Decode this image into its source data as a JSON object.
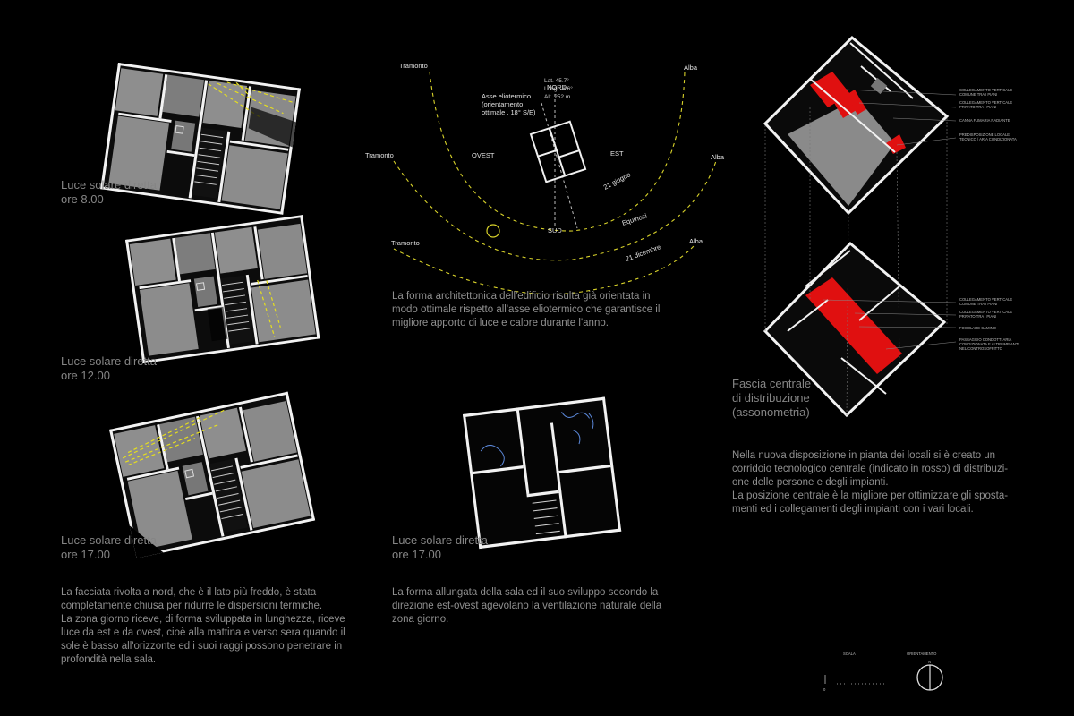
{
  "plans": {
    "caption_0800": [
      "Luce solare diretta",
      "ore 8.00"
    ],
    "caption_1200": [
      "Luce solare diretta",
      "ore 12.00"
    ],
    "caption_1700_left": [
      "Luce solare diretta",
      "ore 17.00"
    ],
    "caption_1700_center": [
      "Luce solare diretta",
      "ore 17.00"
    ]
  },
  "sun_diagram": {
    "coords": [
      "Lat. 45.7°",
      "Long. -8.6°",
      "Alt. 252 m"
    ],
    "axis_label": [
      "Asse eliotermico",
      "(orientamento",
      "ottimale , 18° S/E)"
    ],
    "north": "NORD",
    "south": "SUD",
    "west": "OVEST",
    "east": "EST",
    "tramonto": "Tramonto",
    "alba": "Alba",
    "arc_summer": "21 giugno",
    "arc_equinox": "Equinozi",
    "arc_winter": "21 dicembre"
  },
  "texts": {
    "center_top": [
      "La forma architettonica dell'edificio risulta già orientata in",
      "modo ottimale rispetto all'asse eliotermico che garantisce il",
      "migliore apporto di luce e calore durante l'anno."
    ],
    "left_bottom": [
      "La facciata rivolta a nord, che è il lato più freddo, è stata",
      "completamente chiusa per ridurre le dispersioni termiche.",
      "La zona giorno riceve, di forma sviluppata in lunghezza, riceve",
      "luce da est e da ovest, cioè alla mattina e verso sera quando il",
      "sole è basso all'orizzonte ed i suoi raggi possono penetrare in",
      "profondità nella sala."
    ],
    "center_bottom": [
      "La forma allungata della sala ed il suo sviluppo secondo la",
      "direzione est-ovest agevolano la ventilazione naturale della",
      "zona giorno."
    ],
    "right_caption": [
      "Fascia centrale",
      "di distribuzione",
      "(assonometria)"
    ],
    "right_para": [
      "Nella nuova disposizione in pianta dei locali si è creato un",
      "corridoio tecnologico centrale (indicato in rosso) di distribuzi-",
      "one delle persone e degli impianti.",
      "La posizione centrale è la migliore per ottimizzare gli sposta-",
      "menti ed i collegamenti degli impianti con i vari locali."
    ]
  },
  "axo_notes": {
    "upper": [
      "COLLEGAMENTO VERTICALE",
      "COMUNE TRA I PIANI",
      "COLLEGAMENTO VERTICALE",
      "PRIVATO TRA I PIANI",
      "CANNA FUMARIA RADIANTE",
      "PREDISPOSIZIONE LOCALE",
      "TECNICO / ARIA CONDIZIONATA"
    ],
    "lower": [
      "COLLEGAMENTO VERTICALE",
      "COMUNE TRA I PIANI",
      "COLLEGAMENTO VERTICALE",
      "PRIVATO TRA I PIANI",
      "FOCOLARE CAMINO",
      "PASSAGGIO CONDOTTI ARIA",
      "CONDIZIONATA E ALTRI IMPIANTI",
      "NEL CONTROSOFFITTO"
    ]
  },
  "legend": {
    "scala": "SCALA",
    "orientamento": "ORIENTAMENTO",
    "zero": "0",
    "north_letter": "N"
  },
  "colors": {
    "background": "#000000",
    "accent_red": "#e01010",
    "sun_path": "#d8d22a",
    "plan_gray": "#8c8c8c"
  }
}
